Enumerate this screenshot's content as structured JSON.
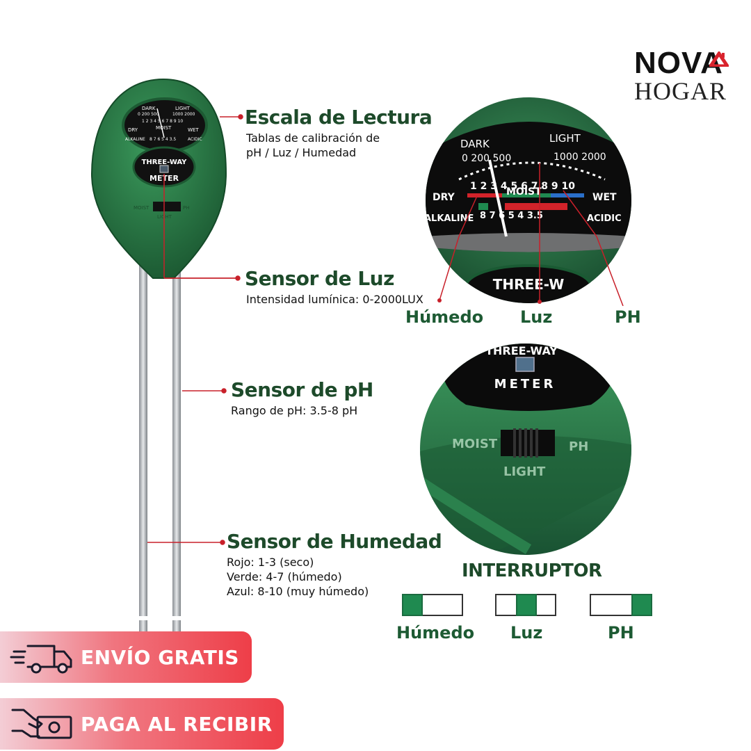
{
  "brand": {
    "line1": "NOVA",
    "line2": "HOGAR"
  },
  "device": {
    "scale": {
      "dark": "DARK",
      "light": "LIGHT",
      "lux": "0 200 500",
      "lux2": "1000 2000",
      "moist_nums": "1 2 3 4 5 6 7 8 9 10",
      "dry": "DRY",
      "moist": "MOIST",
      "wet": "WET",
      "alkaline": "ALKALINE",
      "ph_nums": "8 7 6 5 4 3.5",
      "acidic": "ACIDIC"
    },
    "label_top": "THREE-WAY",
    "label_bottom": "METER",
    "switch_left": "MOIST",
    "switch_right": "PH",
    "switch_bottom": "LIGHT"
  },
  "callouts": [
    {
      "title": "Escala de Lectura",
      "lines": [
        "Tablas de calibración de",
        "pH / Luz / Humedad"
      ]
    },
    {
      "title": "Sensor de Luz",
      "lines": [
        "Intensidad lumínica: 0-2000LUX"
      ]
    },
    {
      "title": "Sensor de pH",
      "lines": [
        "Rango de pH: 3.5-8 pH"
      ]
    },
    {
      "title": "Sensor de Humedad",
      "lines": [
        "Rojo: 1-3 (seco)",
        "Verde: 4-7 (húmedo)",
        "Azul: 8-10 (muy húmedo)"
      ]
    }
  ],
  "zoom_top": {
    "dark": "DARK",
    "light": "LIGHT",
    "lux_low": "0 200 500",
    "lux_high": "1000 2000",
    "moist_nums": "1 2 3 4 5 6 7 8 9 10",
    "dry": "DRY",
    "moist": "MOIST",
    "wet": "WET",
    "alkaline": "ALKALINE",
    "ph_nums": "8 7 6 5 4 3.5",
    "acidic": "ACIDIC",
    "bottom_text": "THREE-W",
    "labels": [
      "Húmedo",
      "Luz",
      "PH"
    ]
  },
  "zoom_bottom": {
    "top_text": "THREE-WAY",
    "meter": "METER",
    "moist": "MOIST",
    "ph": "PH",
    "light": "LIGHT"
  },
  "switch_section": {
    "title": "INTERRUPTOR",
    "labels": [
      "Húmedo",
      "Luz",
      "PH"
    ]
  },
  "badges": [
    {
      "text": "ENVÍO GRATIS",
      "icon": "delivery-truck-icon"
    },
    {
      "text": "PAGA AL RECIBIR",
      "icon": "cash-payment-icon"
    }
  ],
  "colors": {
    "accent": "#1d4a2a",
    "device_green": "#2a7a45",
    "callout_line": "#c8202a",
    "badge_red": "#ee3e48"
  }
}
